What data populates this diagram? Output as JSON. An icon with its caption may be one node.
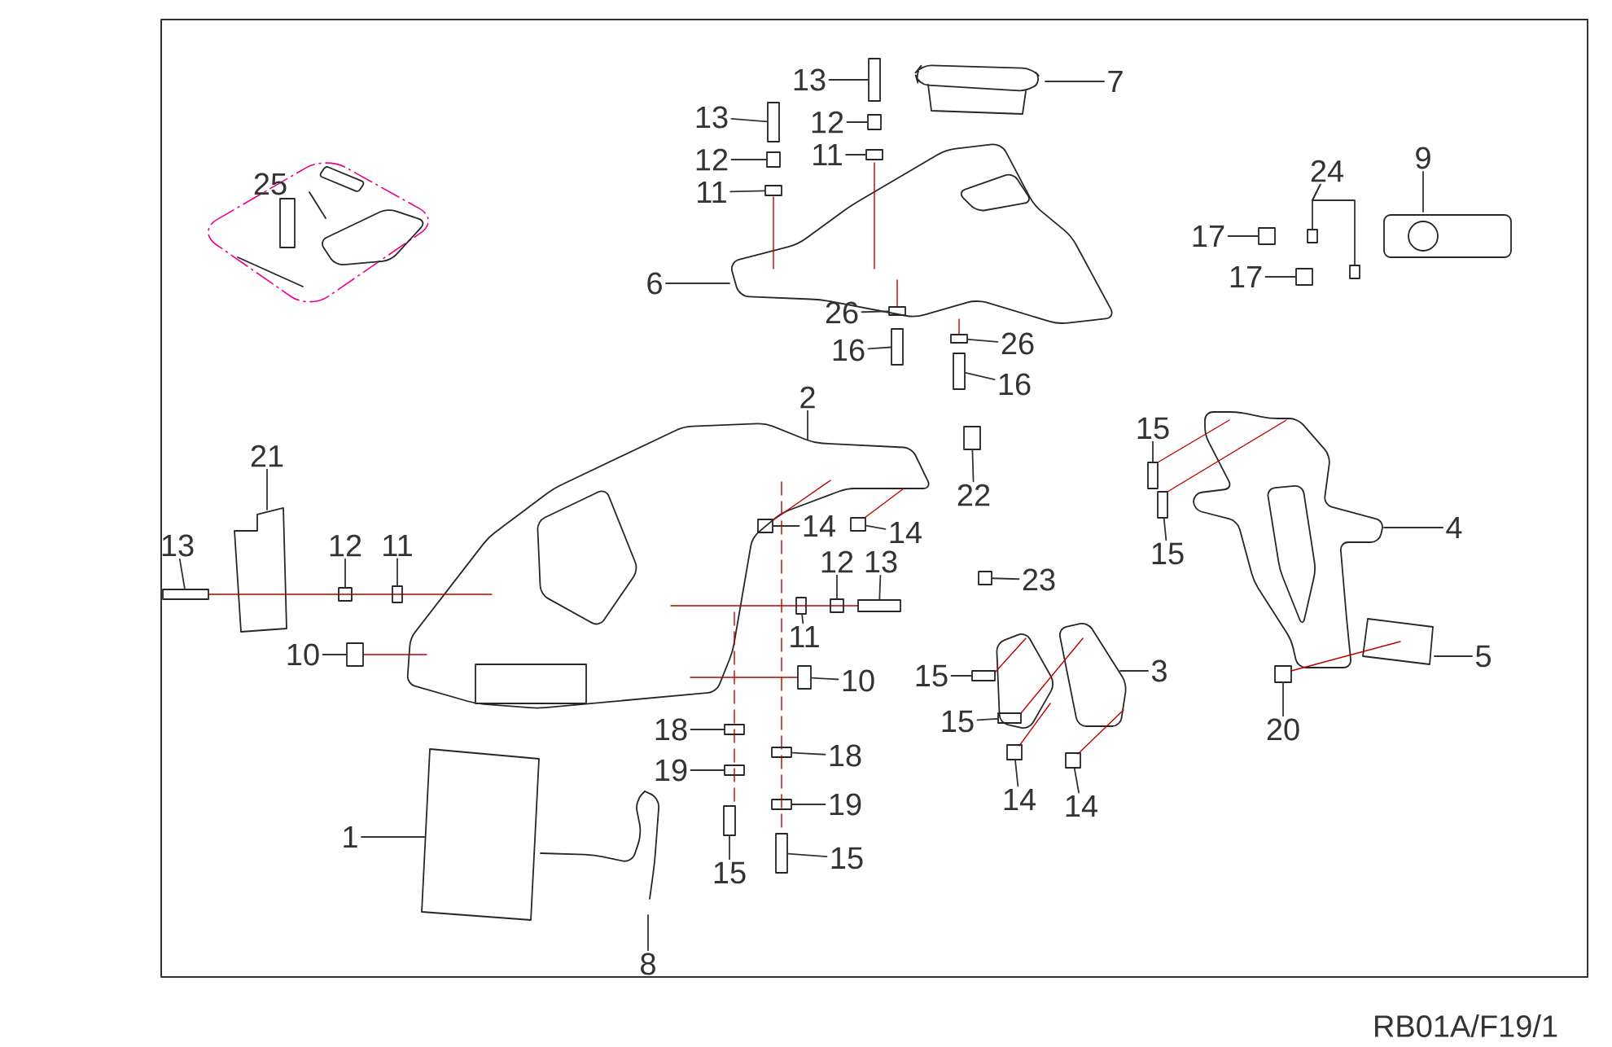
{
  "diagram": {
    "nodes": [
      {
        "text": [
          "13"
        ]
      },
      {
        "text": [
          "7"
        ]
      },
      {
        "text": [
          "13"
        ]
      },
      {
        "text": [
          "12"
        ]
      },
      {
        "text": [
          "12"
        ]
      },
      {
        "text": [
          "11"
        ]
      },
      {
        "text": [
          "11"
        ]
      },
      {
        "text": [
          "6"
        ]
      },
      {
        "text": [
          "26"
        ]
      },
      {
        "text": [
          "16"
        ]
      },
      {
        "text": [
          "26"
        ]
      },
      {
        "text": [
          "16"
        ]
      },
      {
        "text": [
          "9"
        ]
      },
      {
        "text": [
          "24"
        ]
      },
      {
        "text": [
          "17"
        ]
      },
      {
        "text": [
          "17"
        ]
      },
      {
        "text": [
          "2"
        ]
      },
      {
        "text": [
          "15"
        ]
      },
      {
        "text": [
          "21"
        ]
      },
      {
        "text": [
          "22"
        ]
      },
      {
        "text": [
          "4"
        ]
      },
      {
        "text": [
          "14"
        ]
      },
      {
        "text": [
          "14"
        ]
      },
      {
        "text": [
          "13"
        ]
      },
      {
        "text": [
          "12"
        ]
      },
      {
        "text": [
          "11"
        ]
      },
      {
        "text": [
          "12"
        ]
      },
      {
        "text": [
          "13"
        ]
      },
      {
        "text": [
          "15"
        ]
      },
      {
        "text": [
          "23"
        ]
      },
      {
        "text": [
          "11"
        ]
      },
      {
        "text": [
          "10"
        ]
      },
      {
        "text": [
          "5"
        ]
      },
      {
        "text": [
          "3"
        ]
      },
      {
        "text": [
          "15"
        ]
      },
      {
        "text": [
          "10"
        ]
      },
      {
        "text": [
          "15"
        ]
      },
      {
        "text": [
          "18"
        ]
      },
      {
        "text": [
          "20"
        ]
      },
      {
        "text": [
          "18"
        ]
      },
      {
        "text": [
          "19"
        ]
      },
      {
        "text": [
          "14"
        ]
      },
      {
        "text": [
          "14"
        ]
      },
      {
        "text": [
          "19"
        ]
      },
      {
        "text": [
          "1"
        ]
      },
      {
        "text": [
          "15"
        ]
      },
      {
        "text": [
          "15"
        ]
      },
      {
        "text": [
          "8"
        ]
      },
      {
        "text": [],
        "shape": "box"
      },
      {
        "text": [],
        "shape": "box"
      },
      {
        "text": [],
        "shape": "box"
      },
      {
        "text": [],
        "shape": "box"
      },
      {
        "text": [],
        "shape": "box"
      },
      {
        "text": [],
        "shape": "box"
      },
      {
        "text": [],
        "shape": "box"
      },
      {
        "text": [],
        "shape": "box"
      },
      {
        "text": [],
        "shape": "box"
      },
      {
        "text": [],
        "shape": "box"
      },
      {
        "text": [],
        "shape": "box"
      },
      {
        "text": [],
        "shape": "box"
      },
      {
        "text": [],
        "shape": "box"
      },
      {
        "text": [],
        "shape": "box"
      },
      {
        "text": [],
        "shape": "box"
      },
      {
        "text": [],
        "shape": "box"
      },
      {
        "text": [],
        "shape": "box"
      },
      {
        "text": [],
        "shape": "box"
      },
      {
        "text": [],
        "shape": "box"
      },
      {
        "text": [],
        "shape": "box"
      },
      {
        "text": [],
        "shape": "box"
      },
      {
        "text": [],
        "shape": "box"
      },
      {
        "text": [],
        "shape": "box"
      },
      {
        "text": [],
        "shape": "box"
      },
      {
        "text": [],
        "shape": "box"
      },
      {
        "text": [],
        "shape": "box"
      },
      {
        "text": [],
        "shape": "box"
      },
      {
        "text": [],
        "shape": "box"
      },
      {
        "text": [],
        "shape": "box"
      },
      {
        "text": [],
        "shape": "box"
      },
      {
        "text": [],
        "shape": "box"
      },
      {
        "text": [],
        "shape": "box"
      },
      {
        "text": [],
        "shape": "box"
      },
      {
        "text": [],
        "shape": "box"
      },
      {
        "text": [],
        "shape": "box"
      },
      {
        "text": [],
        "shape": "box"
      },
      {
        "text": [],
        "shape": "box"
      },
      {
        "text": [],
        "shape": "box"
      },
      {
        "text": [],
        "shape": "box"
      }
    ],
    "edges": [
      {
        "from": 0,
        "to": 48,
        "arrow": "none"
      },
      {
        "from": 1,
        "to": null,
        "arrow": "none"
      },
      {
        "from": 2,
        "to": 49,
        "arrow": "none"
      },
      {
        "from": 3,
        "to": 50,
        "arrow": "none"
      },
      {
        "from": 4,
        "to": 51,
        "arrow": "none"
      },
      {
        "from": 5,
        "to": 52,
        "arrow": "none"
      },
      {
        "from": 6,
        "to": 53,
        "arrow": "none"
      },
      {
        "from": 7,
        "to": null,
        "arrow": "none"
      },
      {
        "from": 8,
        "to": 54,
        "arrow": "none"
      },
      {
        "from": 9,
        "to": 55,
        "arrow": "none"
      },
      {
        "from": 10,
        "to": 56,
        "arrow": "none"
      },
      {
        "from": 11,
        "to": 57,
        "arrow": "none"
      },
      {
        "from": 12,
        "to": null,
        "arrow": "none"
      },
      {
        "from": 13,
        "to": 60,
        "arrow": "none"
      },
      {
        "from": 13,
        "to": 61,
        "arrow": "none"
      },
      {
        "from": 14,
        "to": 58,
        "arrow": "none"
      },
      {
        "from": 15,
        "to": 59,
        "arrow": "none"
      },
      {
        "from": 16,
        "to": null,
        "arrow": "none"
      },
      {
        "from": 17,
        "to": 62,
        "arrow": "none"
      },
      {
        "from": 18,
        "to": null,
        "arrow": "none"
      },
      {
        "from": 19,
        "to": 63,
        "arrow": "none"
      },
      {
        "from": 20,
        "to": null,
        "arrow": "none"
      },
      {
        "from": 21,
        "to": 64,
        "arrow": "none"
      },
      {
        "from": 22,
        "to": 65,
        "arrow": "none"
      },
      {
        "from": 23,
        "to": 66,
        "arrow": "none"
      },
      {
        "from": 24,
        "to": 67,
        "arrow": "none"
      },
      {
        "from": 25,
        "to": 68,
        "arrow": "none"
      },
      {
        "from": 26,
        "to": 69,
        "arrow": "none"
      },
      {
        "from": 27,
        "to": 70,
        "arrow": "none"
      },
      {
        "from": 28,
        "to": 71,
        "arrow": "none"
      },
      {
        "from": 29,
        "to": 72,
        "arrow": "none"
      },
      {
        "from": 30,
        "to": 73,
        "arrow": "none"
      },
      {
        "from": 31,
        "to": 74,
        "arrow": "none"
      },
      {
        "from": 32,
        "to": null,
        "arrow": "none"
      },
      {
        "from": 33,
        "to": null,
        "arrow": "none"
      },
      {
        "from": 34,
        "to": 75,
        "arrow": "none"
      },
      {
        "from": 35,
        "to": 76,
        "arrow": "none"
      },
      {
        "from": 36,
        "to": 77,
        "arrow": "none"
      },
      {
        "from": 37,
        "to": 78,
        "arrow": "none"
      },
      {
        "from": 38,
        "to": 79,
        "arrow": "none"
      },
      {
        "from": 39,
        "to": 80,
        "arrow": "none"
      },
      {
        "from": 40,
        "to": 81,
        "arrow": "none"
      },
      {
        "from": 41,
        "to": 82,
        "arrow": "none"
      },
      {
        "from": 42,
        "to": 83,
        "arrow": "none"
      },
      {
        "from": 43,
        "to": 84,
        "arrow": "none"
      },
      {
        "from": 44,
        "to": null,
        "arrow": "none"
      },
      {
        "from": 45,
        "to": 85,
        "arrow": "none"
      },
      {
        "from": 46,
        "to": 86,
        "arrow": "none"
      },
      {
        "from": 47,
        "to": null,
        "arrow": "none"
      }
    ],
    "labels": [
      "25",
      "RB01A/F19/1"
    ]
  }
}
